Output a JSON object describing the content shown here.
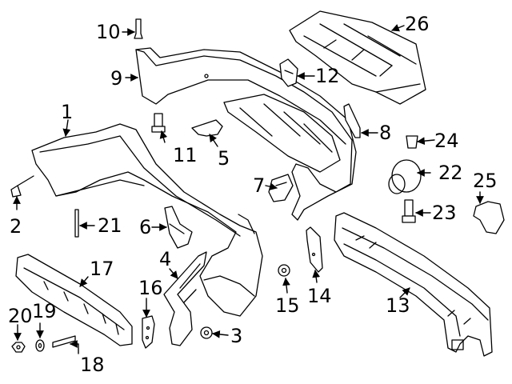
{
  "diagram": {
    "callouts": [
      {
        "id": "c1",
        "text": "1"
      },
      {
        "id": "c2",
        "text": "2"
      },
      {
        "id": "c3",
        "text": "3"
      },
      {
        "id": "c4",
        "text": "4"
      },
      {
        "id": "c5",
        "text": "5"
      },
      {
        "id": "c6",
        "text": "6"
      },
      {
        "id": "c7",
        "text": "7"
      },
      {
        "id": "c8",
        "text": "8"
      },
      {
        "id": "c9",
        "text": "9"
      },
      {
        "id": "c10",
        "text": "10"
      },
      {
        "id": "c11",
        "text": "11"
      },
      {
        "id": "c12",
        "text": "12"
      },
      {
        "id": "c13",
        "text": "13"
      },
      {
        "id": "c14",
        "text": "14"
      },
      {
        "id": "c15",
        "text": "15"
      },
      {
        "id": "c16",
        "text": "16"
      },
      {
        "id": "c17",
        "text": "17"
      },
      {
        "id": "c18",
        "text": "18"
      },
      {
        "id": "c19",
        "text": "19"
      },
      {
        "id": "c20",
        "text": "20"
      },
      {
        "id": "c21",
        "text": "21"
      },
      {
        "id": "c22",
        "text": "22"
      },
      {
        "id": "c23",
        "text": "23"
      },
      {
        "id": "c24",
        "text": "24"
      },
      {
        "id": "c25",
        "text": "25"
      },
      {
        "id": "c26",
        "text": "26"
      }
    ]
  }
}
